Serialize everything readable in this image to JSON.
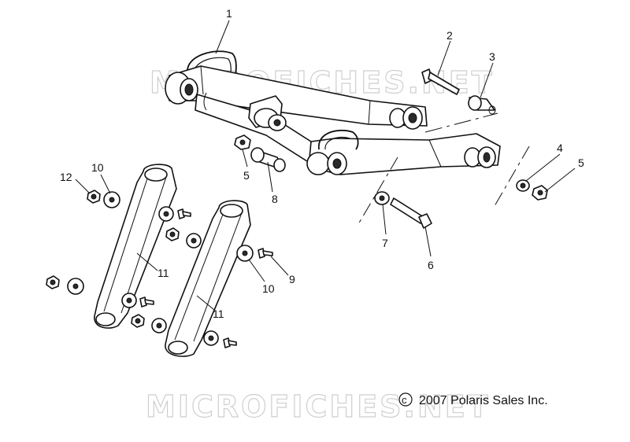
{
  "watermark": {
    "top": "MICROFICHES.NET",
    "bottom": "MICROFICHES.NET"
  },
  "copyright": {
    "symbol": "c",
    "text": "2007 Polaris Sales Inc."
  },
  "callouts": [
    {
      "id": "c1",
      "label": "1"
    },
    {
      "id": "c2",
      "label": "2"
    },
    {
      "id": "c3",
      "label": "3"
    },
    {
      "id": "c4",
      "label": "4"
    },
    {
      "id": "c5a",
      "label": "5"
    },
    {
      "id": "c5b",
      "label": "5"
    },
    {
      "id": "c6",
      "label": "6"
    },
    {
      "id": "c7",
      "label": "7"
    },
    {
      "id": "c8",
      "label": "8"
    },
    {
      "id": "c9",
      "label": "9"
    },
    {
      "id": "c10a",
      "label": "10"
    },
    {
      "id": "c10b",
      "label": "10"
    },
    {
      "id": "c11a",
      "label": "11"
    },
    {
      "id": "c11b",
      "label": "11"
    },
    {
      "id": "c12",
      "label": "12"
    }
  ],
  "icons": [
    "a-arm-icon",
    "bolt-icon",
    "bushing-icon",
    "washer-icon",
    "nut-icon",
    "link-arm-icon"
  ]
}
